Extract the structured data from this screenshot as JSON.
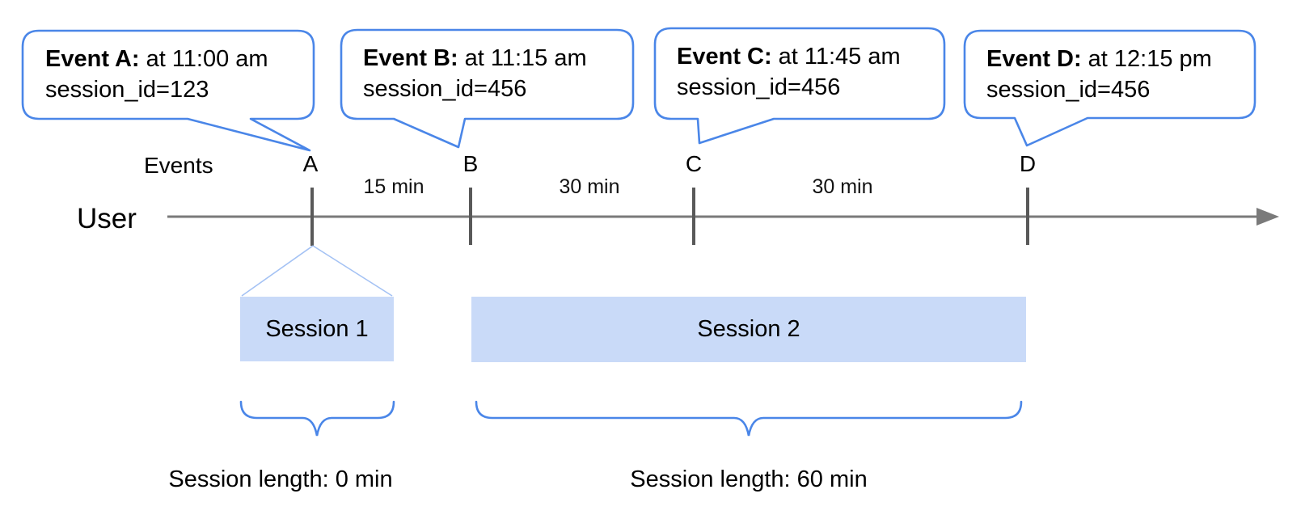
{
  "colors": {
    "accent_blue": "#4a86e8",
    "session_fill": "#c9daf8",
    "funnel_line": "#a4c2f4",
    "timeline_gray": "#7a7a7a",
    "tick_gray": "#595959"
  },
  "callouts": [
    {
      "event": "Event A:",
      "time": "at 11:00 am",
      "session": "session_id=123"
    },
    {
      "event": "Event B:",
      "time": "at 11:15 am",
      "session": "session_id=456"
    },
    {
      "event": "Event C:",
      "time": "at 11:45 am",
      "session": "session_id=456"
    },
    {
      "event": "Event D:",
      "time": "at 12:15 pm",
      "session": "session_id=456"
    }
  ],
  "timeline": {
    "events_label": "Events",
    "user_label": "User",
    "markers": [
      "A",
      "B",
      "C",
      "D"
    ],
    "intervals": [
      "15 min",
      "30 min",
      "30 min"
    ]
  },
  "sessions": [
    {
      "label": "Session 1",
      "length": "Session length: 0 min"
    },
    {
      "label": "Session 2",
      "length": "Session length: 60 min"
    }
  ]
}
